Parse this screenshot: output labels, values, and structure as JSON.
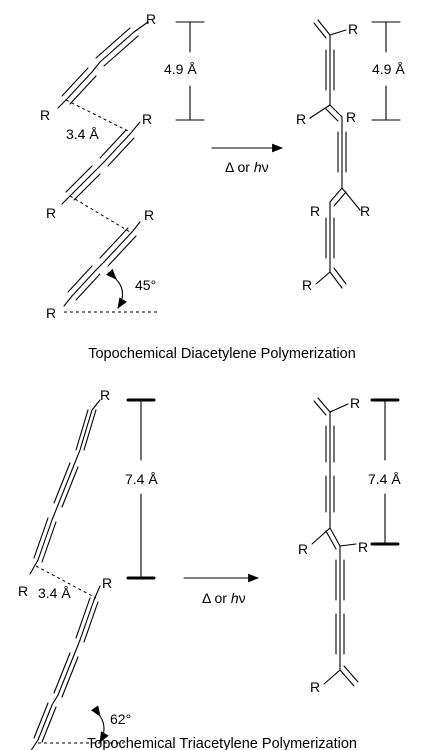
{
  "substituent": "R",
  "diacetylene": {
    "caption": "Topochemical Diacetylene Polymerization",
    "stack_distance": "3.4 Å",
    "repeat_distance_monomer": "4.9 Å",
    "repeat_distance_polymer": "4.9 Å",
    "angle": "45°",
    "condition_prefix": "Δ or ",
    "condition_h": "h",
    "condition_nu": "ν"
  },
  "triacetylene": {
    "caption": "Topochemical Triacetylene Polymerization",
    "stack_distance": "3.4 Å",
    "repeat_distance_monomer": "7.4 Å",
    "repeat_distance_polymer": "7.4 Å",
    "angle": "62°",
    "condition_prefix": "Δ or ",
    "condition_h": "h",
    "condition_nu": "ν"
  }
}
